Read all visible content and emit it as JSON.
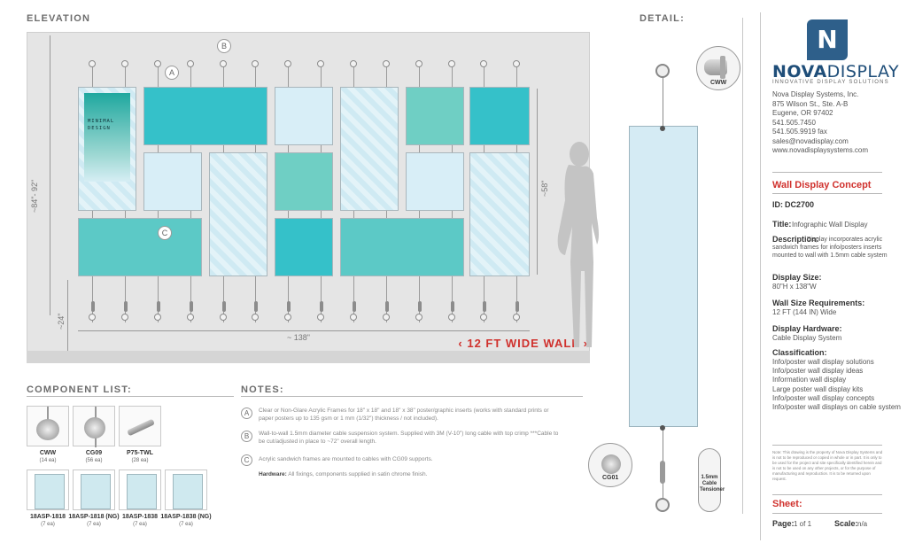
{
  "sections": {
    "elevation": "ELEVATION",
    "detail": "DETAIL:",
    "components": "COMPONENT LIST:",
    "notes": "NOTES:"
  },
  "elevation": {
    "callouts": [
      "A",
      "B",
      "C"
    ],
    "dim_height": "~84\"- 92\"",
    "dim_panel": "~58\"",
    "dim_floor": "~24\"",
    "dim_width": "~ 138\"",
    "wall_label": "‹ 12 FT WIDE WALL ›",
    "poster_title": "MINIMAL DESIGN"
  },
  "detail": {
    "cww_label": "CWW",
    "cg01_label": "CG01",
    "tensioner_label": "1.5mm Cable Tensioner"
  },
  "components": [
    {
      "name": "CWW",
      "qty": "(14 ea)"
    },
    {
      "name": "CG09",
      "qty": "(56 ea)"
    },
    {
      "name": "P75-TWL",
      "qty": "(28 ea)"
    },
    {
      "name": "18ASP-1818",
      "qty": "(7 ea)"
    },
    {
      "name": "18ASP-1818 (NG)",
      "qty": "(7 ea)"
    },
    {
      "name": "18ASP-1838",
      "qty": "(7 ea)"
    },
    {
      "name": "18ASP-1838 (NG)",
      "qty": "(7 ea)"
    }
  ],
  "notes": [
    {
      "letter": "A",
      "text": "Clear or Non-Glare Acrylic Frames for 18\" x 18\" and 18\" x 38\" poster/graphic inserts (works with standard prints or paper posters up to 135 gsm or 1 mm (1/32\") thickness / not included)."
    },
    {
      "letter": "B",
      "text": "Wall-to-wall 1.5mm diameter cable suspension system. Supplied with 3M (V-10\") long cable with top crimp ***Cable to be cut/adjusted in place to ~72\" overall length."
    },
    {
      "letter": "C",
      "text": "Acrylic sandwich frames are mounted to cables with CG09 supports."
    }
  ],
  "hardware_note": {
    "label": "Hardware:",
    "text": "All fixings, components supplied in satin chrome finish."
  },
  "brand": {
    "name_bold": "NOVA",
    "name_rest": "DISPLAY",
    "tagline": "INNOVATIVE DISPLAY SOLUTIONS",
    "logo_letter": "N",
    "accent": "#d0312d",
    "logo_color": "#2e5f8a"
  },
  "company": {
    "lines": [
      "Nova Display Systems, Inc.",
      "875 Wilson St., Ste. A-B",
      "Eugene, OR 97402",
      "541.505.7450",
      "541.505.9919 fax",
      "sales@novadisplay.com",
      "www.novadisplaysystems.com"
    ]
  },
  "title_block": {
    "heading": "Wall Display Concept",
    "id_label": "ID:",
    "id_value": "DC2700",
    "title_label": "Title:",
    "title_value": "Infographic Wall Display",
    "desc_label": "Description:",
    "desc_value": "Display incorporates acrylic sandwich frames for info/posters inserts mounted to wall with 1.5mm cable system",
    "size_label": "Display Size:",
    "size_value": "80\"H x 138\"W",
    "wall_label": "Wall Size Requirements:",
    "wall_value": "12 FT (144 IN) Wide",
    "hardware_label": "Display Hardware:",
    "hardware_value": "Cable Display System",
    "class_label": "Classification:",
    "classifications": [
      "Info/poster wall display solutions",
      "Info/poster wall display ideas",
      "Information wall display",
      "Large poster wall display kits",
      "Info/poster wall display concepts",
      "Info/poster wall displays on cable system"
    ],
    "fine_print": "Note: This drawing is the property of Nova Display Systems and is not to be reproduced or copied in whole or in part. It is only to be used for the project and site specifically identified herein and is not to be used on any other projects, or for the purpose of manufacturing and reproduction. It is to be returned upon request.",
    "sheet_heading": "Sheet:",
    "page_label": "Page:",
    "page_value": "1 of 1",
    "scale_label": "Scale:",
    "scale_value": "n/a"
  }
}
